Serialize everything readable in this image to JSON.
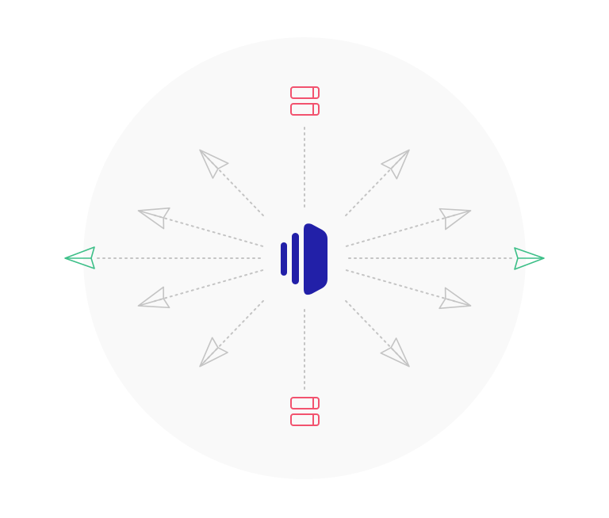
{
  "colors": {
    "background_circle": "#f9f9f9",
    "hub": "#2220a8",
    "plane_active": "#3dbf88",
    "plane_inactive": "#c4c4c4",
    "server": "#f2526e",
    "connector": "#c4c4c4"
  },
  "hub": {
    "icon": "broadcast-hub-icon"
  },
  "nodes": [
    {
      "icon": "paper-plane-icon",
      "state": "active"
    },
    {
      "icon": "paper-plane-icon",
      "state": "inactive"
    },
    {
      "icon": "paper-plane-icon",
      "state": "inactive"
    },
    {
      "icon": "server-icon",
      "state": "active"
    },
    {
      "icon": "paper-plane-icon",
      "state": "inactive"
    },
    {
      "icon": "paper-plane-icon",
      "state": "inactive"
    },
    {
      "icon": "paper-plane-icon",
      "state": "active"
    },
    {
      "icon": "paper-plane-icon",
      "state": "inactive"
    },
    {
      "icon": "paper-plane-icon",
      "state": "inactive"
    },
    {
      "icon": "server-icon",
      "state": "active"
    },
    {
      "icon": "paper-plane-icon",
      "state": "inactive"
    },
    {
      "icon": "paper-plane-icon",
      "state": "inactive"
    }
  ]
}
